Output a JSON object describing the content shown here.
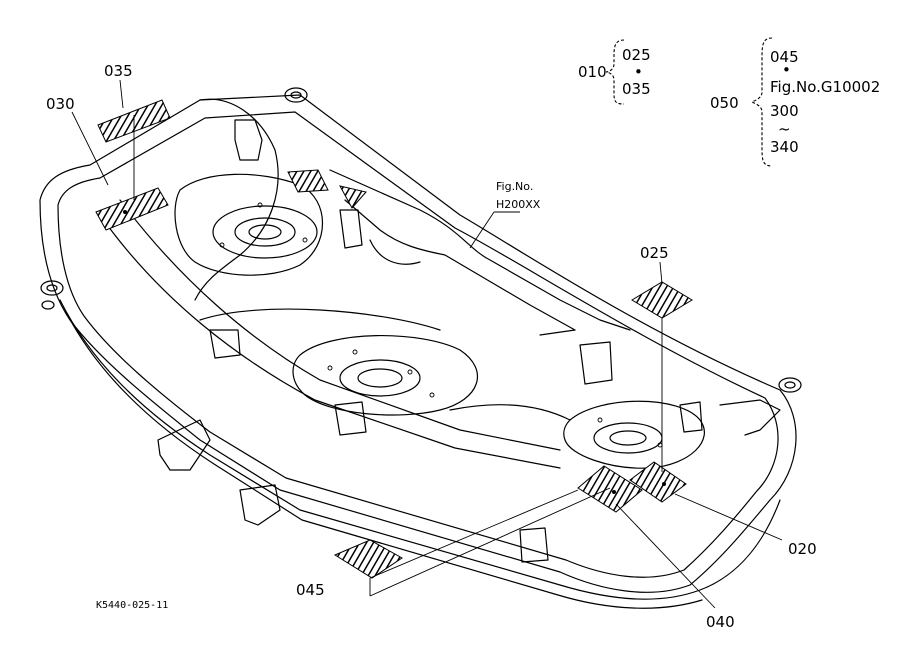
{
  "callouts": {
    "c035_top": "035",
    "c030": "030",
    "c025_right": "025",
    "c020": "020",
    "c040": "040",
    "c045_bottom": "045"
  },
  "group_010": {
    "label": "010",
    "items": [
      "025",
      "•",
      "035"
    ]
  },
  "group_050": {
    "label": "050",
    "items": [
      "045",
      "•",
      "Fig.No.G10002",
      "300",
      "~",
      "340"
    ]
  },
  "figure_ref": {
    "line1": "Fig.No.",
    "line2": "H200XX"
  },
  "drawing_code": "K5440-025-11"
}
